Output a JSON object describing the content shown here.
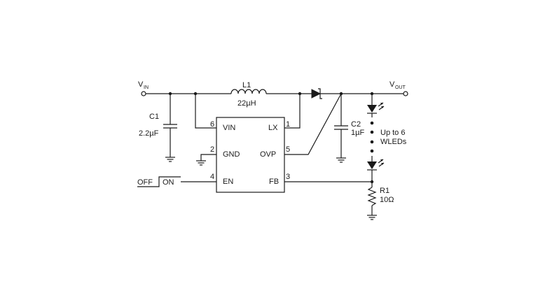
{
  "labels": {
    "vin_main": "V",
    "vin_sub": "IN",
    "vout_main": "V",
    "vout_sub": "OUT",
    "l1_name": "L1",
    "l1_value": "22µH",
    "c1_name": "C1",
    "c1_value": "2.2µF",
    "c2_name": "C2",
    "c2_value": "1µF",
    "r1_name": "R1",
    "r1_value": "10Ω",
    "led_note_line1": "Up to 6",
    "led_note_line2": "WLEDs",
    "switch_off": "OFF",
    "switch_on": "ON"
  },
  "ic": {
    "pins_left": [
      {
        "num": "6",
        "name": "VIN"
      },
      {
        "num": "2",
        "name": "GND"
      },
      {
        "num": "4",
        "name": "EN"
      }
    ],
    "pins_right": [
      {
        "num": "1",
        "name": "LX"
      },
      {
        "num": "5",
        "name": "OVP"
      },
      {
        "num": "3",
        "name": "FB"
      }
    ]
  }
}
